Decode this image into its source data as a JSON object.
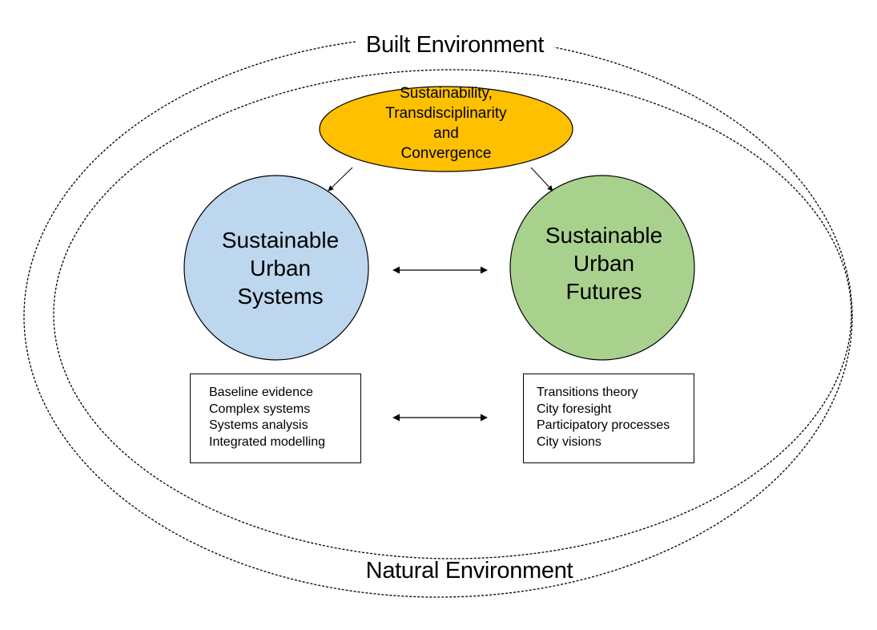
{
  "diagram": {
    "outer_label_top": "Built Environment",
    "outer_label_bottom": "Natural Environment",
    "core": {
      "lines": [
        "Sustainability,",
        "Transdisciplinarity",
        "and",
        "Convergence"
      ],
      "fill": "#FFC000"
    },
    "left_circle": {
      "lines": [
        "Sustainable",
        "Urban",
        "Systems"
      ],
      "fill": "#BDD7EE"
    },
    "right_circle": {
      "lines": [
        "Sustainable",
        "Urban",
        "Futures"
      ],
      "fill": "#A9D18E"
    },
    "left_box": {
      "items": [
        "Baseline evidence",
        "Complex systems",
        "Systems analysis",
        "Integrated modelling"
      ]
    },
    "right_box": {
      "items": [
        "Transitions theory",
        "City foresight",
        "Participatory processes",
        "City visions"
      ]
    }
  }
}
